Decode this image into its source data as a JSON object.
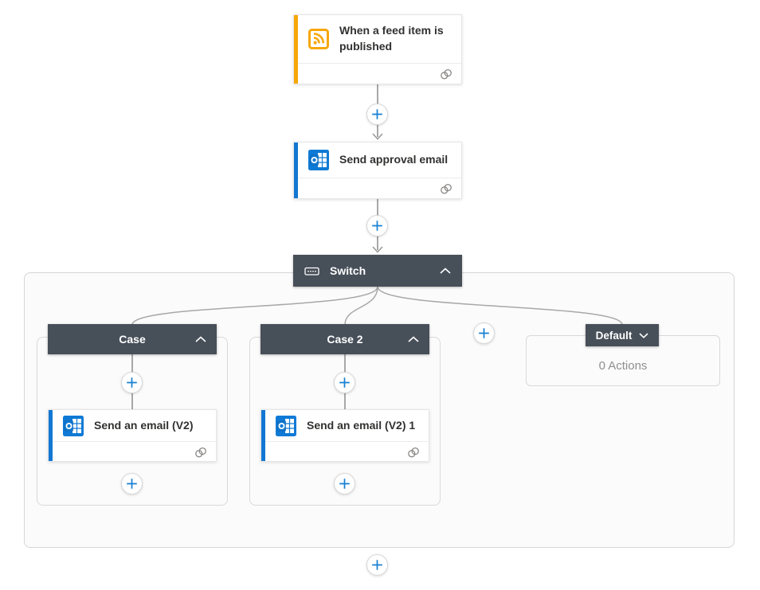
{
  "flow": {
    "trigger": {
      "label": "When a feed item is published",
      "icon": "rss"
    },
    "approval": {
      "label": "Send approval email",
      "icon": "outlook"
    },
    "switch": {
      "label": "Switch",
      "icon": "switch",
      "cases": [
        {
          "label": "Case",
          "action": {
            "label": "Send an email (V2)",
            "icon": "outlook"
          }
        },
        {
          "label": "Case 2",
          "action": {
            "label": "Send an email (V2) 1",
            "icon": "outlook"
          }
        }
      ],
      "default": {
        "label": "Default",
        "status": "0 Actions"
      }
    }
  },
  "colors": {
    "trigger_accent": "#F7A70A",
    "action_accent": "#1377D2",
    "scope_header": "#474F59",
    "plus_blue": "#1680D2",
    "connector": "#A8A8A8",
    "container_border": "#D6D6D6",
    "muted_text": "#8F8F8F"
  },
  "icons": [
    "rss-icon",
    "outlook-icon",
    "switch-icon",
    "chevron-up-icon",
    "chevron-down-icon",
    "link-icon",
    "plus-icon",
    "arrow-down-icon"
  ]
}
